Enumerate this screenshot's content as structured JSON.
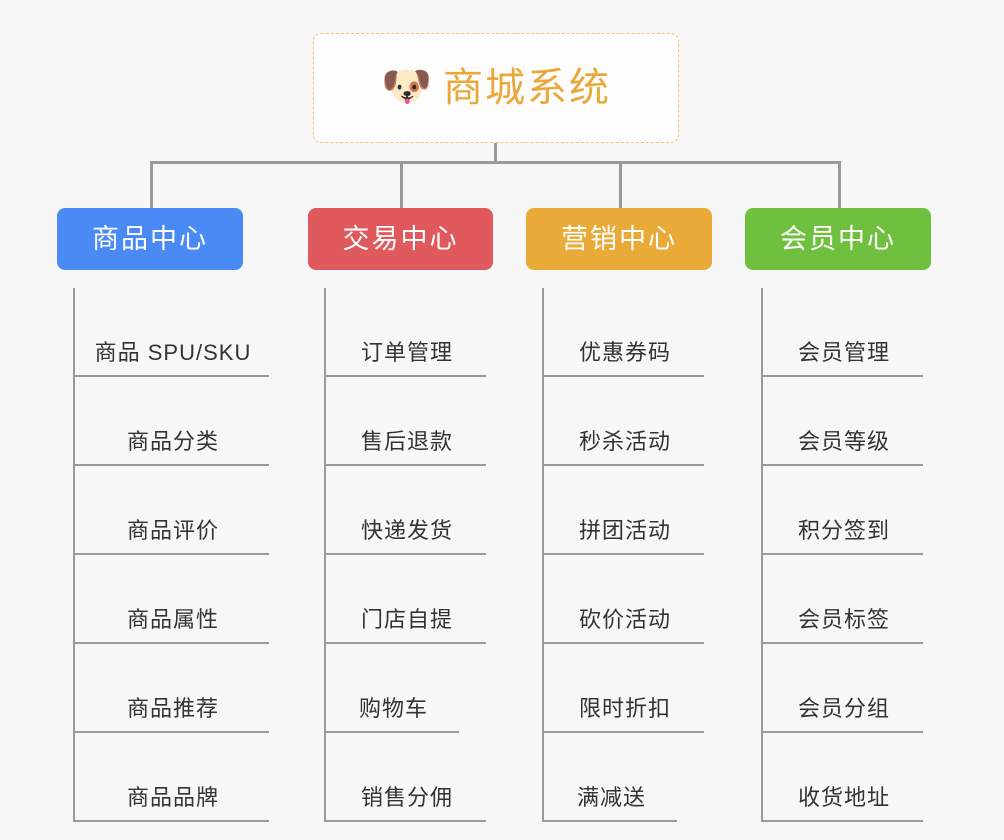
{
  "root": {
    "icon": "dog-face-icon",
    "icon_glyph": "🐶",
    "title": "商城系统",
    "title_color": "#e8a93a",
    "border_color": "#eac46e"
  },
  "theme": {
    "background": "#f7f7f7",
    "connector_color": "#9a9a9a",
    "leaf_text_color": "#333333"
  },
  "categories": [
    {
      "label": "商品中心",
      "color": "#4a8af4",
      "items": [
        {
          "label": "商品 SPU/SKU"
        },
        {
          "label": "商品分类"
        },
        {
          "label": "商品评价"
        },
        {
          "label": "商品属性"
        },
        {
          "label": "商品推荐"
        },
        {
          "label": "商品品牌"
        }
      ]
    },
    {
      "label": "交易中心",
      "color": "#e0595c",
      "items": [
        {
          "label": "订单管理"
        },
        {
          "label": "售后退款"
        },
        {
          "label": "快递发货"
        },
        {
          "label": "门店自提"
        },
        {
          "label": "购物车",
          "short": true
        },
        {
          "label": "销售分佣"
        }
      ]
    },
    {
      "label": "营销中心",
      "color": "#eaaa38",
      "items": [
        {
          "label": "优惠券码"
        },
        {
          "label": "秒杀活动"
        },
        {
          "label": "拼团活动"
        },
        {
          "label": "砍价活动"
        },
        {
          "label": "限时折扣"
        },
        {
          "label": "满减送",
          "short": true
        }
      ]
    },
    {
      "label": "会员中心",
      "color": "#70c040",
      "items": [
        {
          "label": "会员管理"
        },
        {
          "label": "会员等级"
        },
        {
          "label": "积分签到"
        },
        {
          "label": "会员标签"
        },
        {
          "label": "会员分组"
        },
        {
          "label": "收货地址"
        }
      ]
    }
  ]
}
